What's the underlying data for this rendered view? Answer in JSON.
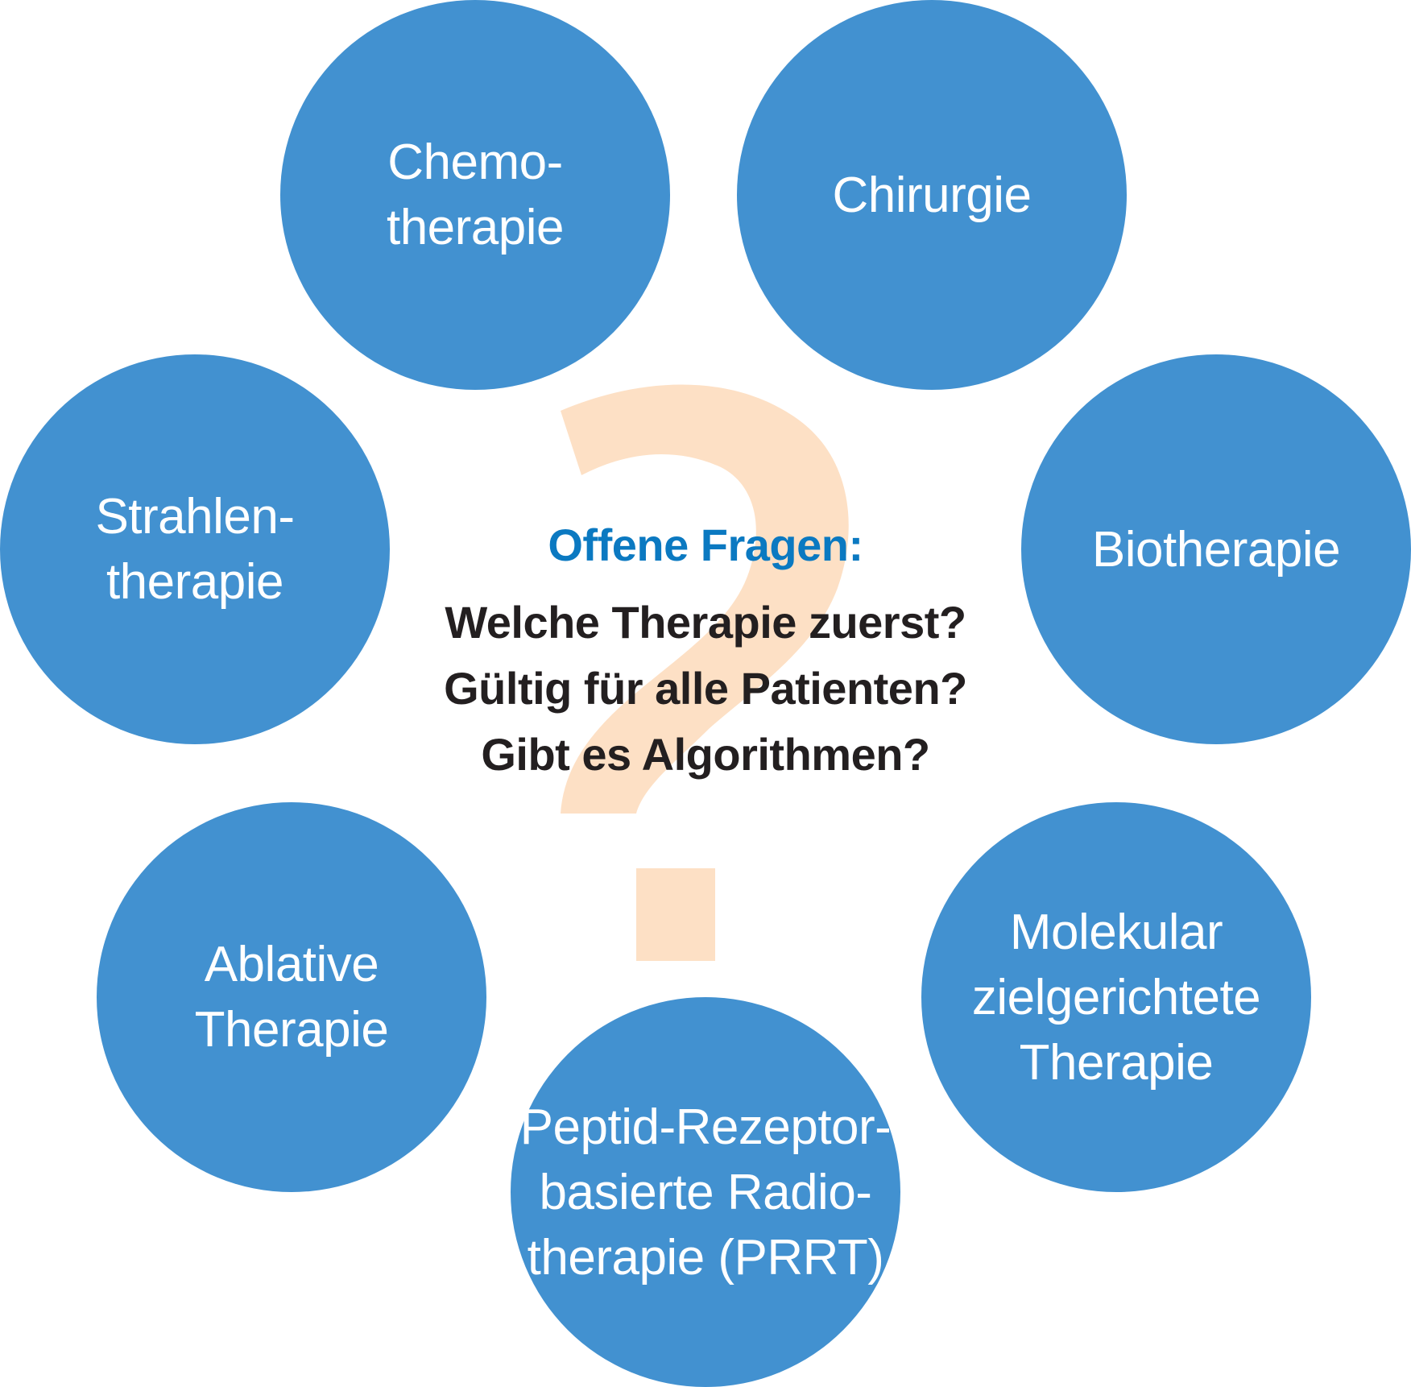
{
  "colors": {
    "circle_fill": "#4291d0",
    "circle_text": "#ffffff",
    "question_mark": "#fde0c5",
    "title_color": "#0b79c1",
    "question_text": "#231f20",
    "background": "#ffffff"
  },
  "decoration": {
    "background_icon": "question-mark-icon"
  },
  "therapies": {
    "chemo": "Chemo-\ntherapie",
    "chirurgie": "Chirurgie",
    "strahlen": "Strahlen-\ntherapie",
    "bio": "Biotherapie",
    "ablative": "Ablative\nTherapie",
    "molekular": "Molekular\nzielgerichtete\nTherapie",
    "prrt": "Peptid-Rezeptor-\nbasierte Radio-\ntherapie (PRRT)"
  },
  "center": {
    "title": "Offene Fragen:",
    "questions": [
      "Welche Therapie zuerst?",
      "Gültig für alle Patienten?",
      "Gibt es Algorithmen?"
    ]
  }
}
